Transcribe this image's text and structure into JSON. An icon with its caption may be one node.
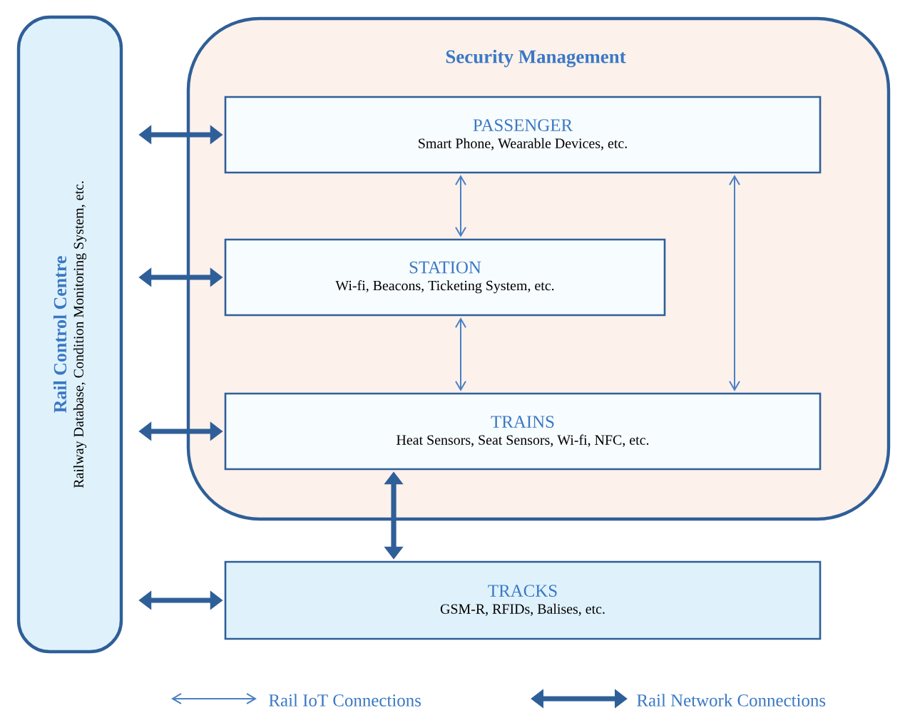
{
  "diagram": {
    "nodes": [
      {
        "text": [
          "Rail Control Centre",
          "Railway Database, Condition Monitoring System, etc."
        ]
      },
      {
        "text": [
          "Security Management"
        ]
      },
      {
        "text": [
          "PASSENGER",
          "Smart Phone, Wearable Devices, etc."
        ],
        "in": 1
      },
      {
        "text": [
          "STATION",
          "Wi-fi, Beacons, Ticketing System, etc."
        ],
        "in": 1
      },
      {
        "text": [
          "TRAINS",
          "Heat Sensors, Seat Sensors, Wi-fi, NFC, etc."
        ],
        "in": 1
      },
      {
        "text": [
          "TRACKS",
          "GSM-R, RFIDs, Balises, etc."
        ]
      }
    ],
    "edges": [
      {
        "from": 0,
        "to": 2,
        "arrow": "both"
      },
      {
        "from": 0,
        "to": 3,
        "arrow": "both"
      },
      {
        "from": 0,
        "to": 4,
        "arrow": "both"
      },
      {
        "from": 0,
        "to": 5,
        "arrow": "both"
      },
      {
        "from": 2,
        "to": 3,
        "arrow": "both",
        "color": "#4a80c4"
      },
      {
        "from": 3,
        "to": 4,
        "arrow": "both",
        "color": "#4a80c4"
      },
      {
        "from": 2,
        "to": 4,
        "arrow": "both",
        "color": "#4a80c4"
      },
      {
        "from": 4,
        "to": 5,
        "arrow": "both"
      }
    ],
    "legend": [
      {
        "text": "Rail IoT Connections"
      },
      {
        "text": "Rail Network Connections"
      }
    ]
  }
}
